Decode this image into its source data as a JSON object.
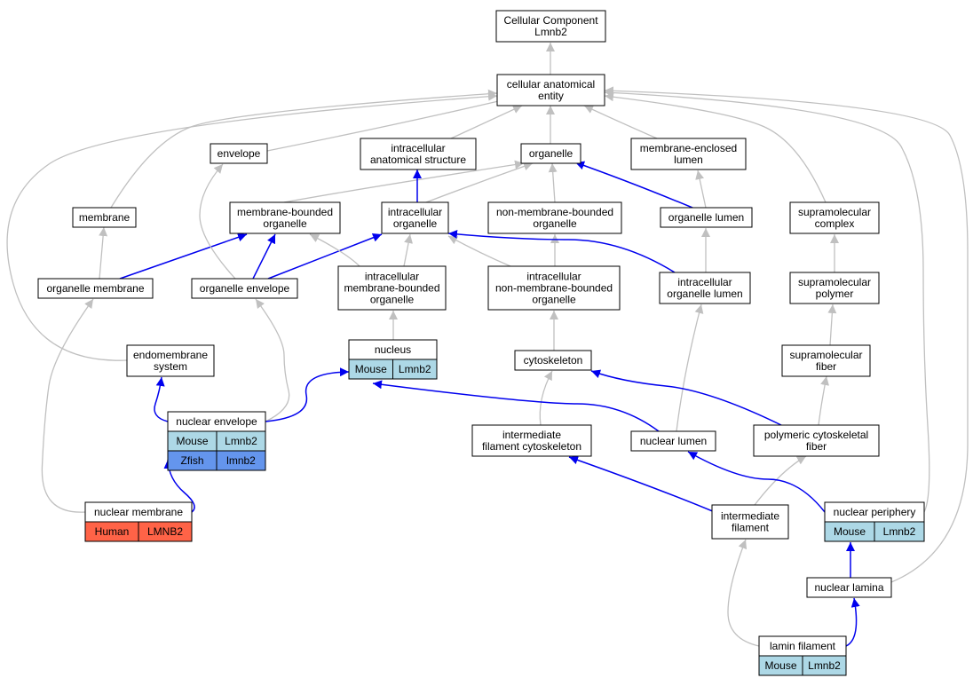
{
  "colors": {
    "gray_edge": "#c0c0c0",
    "blue_edge": "#0000ee",
    "mouse": "#add8e6",
    "zfish": "#6495ed",
    "human": "#ff6347"
  },
  "nodes": {
    "cellular_component": [
      "Cellular Component",
      "Lmnb2"
    ],
    "cellular_anatomical_entity": [
      "cellular anatomical",
      "entity"
    ],
    "envelope": [
      "envelope"
    ],
    "intracellular_anatomical_structure": [
      "intracellular",
      "anatomical structure"
    ],
    "organelle": [
      "organelle"
    ],
    "membrane_enclosed_lumen": [
      "membrane-enclosed",
      "lumen"
    ],
    "membrane": [
      "membrane"
    ],
    "membrane_bounded_organelle": [
      "membrane-bounded",
      "organelle"
    ],
    "intracellular_organelle": [
      "intracellular",
      "organelle"
    ],
    "non_membrane_bounded_organelle": [
      "non-membrane-bounded",
      "organelle"
    ],
    "organelle_lumen": [
      "organelle lumen"
    ],
    "supramolecular_complex": [
      "supramolecular",
      "complex"
    ],
    "organelle_membrane": [
      "organelle membrane"
    ],
    "organelle_envelope": [
      "organelle envelope"
    ],
    "intracellular_membrane_bounded_organelle": [
      "intracellular",
      "membrane-bounded",
      "organelle"
    ],
    "intracellular_non_membrane_bounded_organelle": [
      "intracellular",
      "non-membrane-bounded",
      "organelle"
    ],
    "intracellular_organelle_lumen": [
      "intracellular",
      "organelle lumen"
    ],
    "supramolecular_polymer": [
      "supramolecular",
      "polymer"
    ],
    "endomembrane_system": [
      "endomembrane",
      "system"
    ],
    "nucleus": [
      "nucleus"
    ],
    "cytoskeleton": [
      "cytoskeleton"
    ],
    "supramolecular_fiber": [
      "supramolecular",
      "fiber"
    ],
    "nuclear_envelope": [
      "nuclear envelope"
    ],
    "intermediate_filament_cytoskeleton": [
      "intermediate",
      "filament cytoskeleton"
    ],
    "nuclear_lumen": [
      "nuclear lumen"
    ],
    "polymeric_cytoskeletal_fiber": [
      "polymeric cytoskeletal",
      "fiber"
    ],
    "nuclear_membrane": [
      "nuclear membrane"
    ],
    "intermediate_filament": [
      "intermediate",
      "filament"
    ],
    "nuclear_periphery": [
      "nuclear periphery"
    ],
    "nuclear_lamina": [
      "nuclear lamina"
    ],
    "lamin_filament": [
      "lamin filament"
    ]
  },
  "annotations": {
    "nucleus": [
      {
        "species": "Mouse",
        "gene": "Lmnb2",
        "color": "#add8e6"
      }
    ],
    "nuclear_envelope": [
      {
        "species": "Mouse",
        "gene": "Lmnb2",
        "color": "#add8e6"
      },
      {
        "species": "Zfish",
        "gene": "lmnb2",
        "color": "#6495ed"
      }
    ],
    "nuclear_membrane": [
      {
        "species": "Human",
        "gene": "LMNB2",
        "color": "#ff6347"
      }
    ],
    "nuclear_periphery": [
      {
        "species": "Mouse",
        "gene": "Lmnb2",
        "color": "#add8e6"
      }
    ],
    "lamin_filament": [
      {
        "species": "Mouse",
        "gene": "Lmnb2",
        "color": "#add8e6"
      }
    ]
  },
  "edges": [
    {
      "from": "cellular_anatomical_entity",
      "to": "cellular_component",
      "type": "is_a"
    },
    {
      "from": "envelope",
      "to": "cellular_anatomical_entity",
      "type": "is_a"
    },
    {
      "from": "intracellular_anatomical_structure",
      "to": "cellular_anatomical_entity",
      "type": "is_a"
    },
    {
      "from": "organelle",
      "to": "cellular_anatomical_entity",
      "type": "is_a"
    },
    {
      "from": "membrane_enclosed_lumen",
      "to": "cellular_anatomical_entity",
      "type": "is_a"
    },
    {
      "from": "membrane",
      "to": "cellular_anatomical_entity",
      "type": "is_a"
    },
    {
      "from": "supramolecular_complex",
      "to": "cellular_anatomical_entity",
      "type": "is_a"
    },
    {
      "from": "endomembrane_system",
      "to": "cellular_anatomical_entity",
      "type": "is_a"
    },
    {
      "from": "nuclear_periphery",
      "to": "cellular_anatomical_entity",
      "type": "is_a"
    },
    {
      "from": "nuclear_lamina",
      "to": "cellular_anatomical_entity",
      "type": "is_a"
    },
    {
      "from": "membrane_bounded_organelle",
      "to": "organelle",
      "type": "is_a"
    },
    {
      "from": "intracellular_organelle",
      "to": "organelle",
      "type": "is_a"
    },
    {
      "from": "intracellular_organelle",
      "to": "intracellular_anatomical_structure",
      "type": "part_of"
    },
    {
      "from": "non_membrane_bounded_organelle",
      "to": "organelle",
      "type": "is_a"
    },
    {
      "from": "organelle_lumen",
      "to": "organelle",
      "type": "part_of"
    },
    {
      "from": "organelle_lumen",
      "to": "membrane_enclosed_lumen",
      "type": "is_a"
    },
    {
      "from": "organelle_membrane",
      "to": "membrane",
      "type": "is_a"
    },
    {
      "from": "organelle_membrane",
      "to": "membrane_bounded_organelle",
      "type": "part_of"
    },
    {
      "from": "organelle_envelope",
      "to": "envelope",
      "type": "is_a"
    },
    {
      "from": "organelle_envelope",
      "to": "membrane_bounded_organelle",
      "type": "part_of"
    },
    {
      "from": "organelle_envelope",
      "to": "intracellular_organelle",
      "type": "part_of"
    },
    {
      "from": "intracellular_membrane_bounded_organelle",
      "to": "membrane_bounded_organelle",
      "type": "is_a"
    },
    {
      "from": "intracellular_membrane_bounded_organelle",
      "to": "intracellular_organelle",
      "type": "is_a"
    },
    {
      "from": "intracellular_non_membrane_bounded_organelle",
      "to": "non_membrane_bounded_organelle",
      "type": "is_a"
    },
    {
      "from": "intracellular_non_membrane_bounded_organelle",
      "to": "intracellular_organelle",
      "type": "is_a"
    },
    {
      "from": "intracellular_organelle_lumen",
      "to": "organelle_lumen",
      "type": "is_a"
    },
    {
      "from": "intracellular_organelle_lumen",
      "to": "intracellular_organelle",
      "type": "part_of"
    },
    {
      "from": "supramolecular_polymer",
      "to": "supramolecular_complex",
      "type": "is_a"
    },
    {
      "from": "supramolecular_fiber",
      "to": "supramolecular_polymer",
      "type": "is_a"
    },
    {
      "from": "nucleus",
      "to": "intracellular_membrane_bounded_organelle",
      "type": "is_a"
    },
    {
      "from": "cytoskeleton",
      "to": "intracellular_non_membrane_bounded_organelle",
      "type": "is_a"
    },
    {
      "from": "nuclear_envelope",
      "to": "endomembrane_system",
      "type": "part_of"
    },
    {
      "from": "nuclear_envelope",
      "to": "organelle_envelope",
      "type": "is_a"
    },
    {
      "from": "nuclear_envelope",
      "to": "nucleus",
      "type": "part_of"
    },
    {
      "from": "intermediate_filament_cytoskeleton",
      "to": "cytoskeleton",
      "type": "is_a"
    },
    {
      "from": "nuclear_lumen",
      "to": "intracellular_organelle_lumen",
      "type": "is_a"
    },
    {
      "from": "nuclear_lumen",
      "to": "nucleus",
      "type": "part_of"
    },
    {
      "from": "polymeric_cytoskeletal_fiber",
      "to": "supramolecular_fiber",
      "type": "is_a"
    },
    {
      "from": "polymeric_cytoskeletal_fiber",
      "to": "cytoskeleton",
      "type": "part_of"
    },
    {
      "from": "nuclear_membrane",
      "to": "organelle_membrane",
      "type": "is_a"
    },
    {
      "from": "nuclear_membrane",
      "to": "nuclear_envelope",
      "type": "part_of"
    },
    {
      "from": "intermediate_filament",
      "to": "polymeric_cytoskeletal_fiber",
      "type": "is_a"
    },
    {
      "from": "intermediate_filament",
      "to": "intermediate_filament_cytoskeleton",
      "type": "part_of"
    },
    {
      "from": "nuclear_periphery",
      "to": "nuclear_lumen",
      "type": "part_of"
    },
    {
      "from": "nuclear_lamina",
      "to": "nuclear_periphery",
      "type": "part_of"
    },
    {
      "from": "lamin_filament",
      "to": "intermediate_filament",
      "type": "is_a"
    },
    {
      "from": "lamin_filament",
      "to": "nuclear_lamina",
      "type": "part_of"
    }
  ]
}
